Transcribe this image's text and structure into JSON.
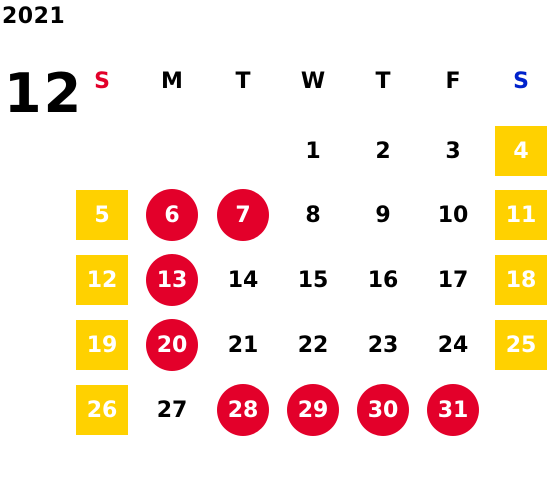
{
  "calendar": {
    "year": "2021",
    "month": "12",
    "weekdays": [
      {
        "label": "S",
        "color": "#E3002A"
      },
      {
        "label": "M",
        "color": "#000000"
      },
      {
        "label": "T",
        "color": "#000000"
      },
      {
        "label": "W",
        "color": "#000000"
      },
      {
        "label": "T",
        "color": "#000000"
      },
      {
        "label": "F",
        "color": "#000000"
      },
      {
        "label": "S",
        "color": "#0022CC"
      }
    ],
    "weeks": [
      [
        null,
        null,
        null,
        {
          "day": "1",
          "style": "normal"
        },
        {
          "day": "2",
          "style": "normal"
        },
        {
          "day": "3",
          "style": "normal"
        },
        {
          "day": "4",
          "style": "weekend"
        }
      ],
      [
        {
          "day": "5",
          "style": "weekend"
        },
        {
          "day": "6",
          "style": "holiday"
        },
        {
          "day": "7",
          "style": "holiday"
        },
        {
          "day": "8",
          "style": "normal"
        },
        {
          "day": "9",
          "style": "normal"
        },
        {
          "day": "10",
          "style": "normal"
        },
        {
          "day": "11",
          "style": "weekend"
        }
      ],
      [
        {
          "day": "12",
          "style": "weekend"
        },
        {
          "day": "13",
          "style": "holiday"
        },
        {
          "day": "14",
          "style": "normal"
        },
        {
          "day": "15",
          "style": "normal"
        },
        {
          "day": "16",
          "style": "normal"
        },
        {
          "day": "17",
          "style": "normal"
        },
        {
          "day": "18",
          "style": "weekend"
        }
      ],
      [
        {
          "day": "19",
          "style": "weekend"
        },
        {
          "day": "20",
          "style": "holiday"
        },
        {
          "day": "21",
          "style": "normal"
        },
        {
          "day": "22",
          "style": "normal"
        },
        {
          "day": "23",
          "style": "normal"
        },
        {
          "day": "24",
          "style": "normal"
        },
        {
          "day": "25",
          "style": "weekend"
        }
      ],
      [
        {
          "day": "26",
          "style": "weekend"
        },
        {
          "day": "27",
          "style": "normal"
        },
        {
          "day": "28",
          "style": "holiday"
        },
        {
          "day": "29",
          "style": "holiday"
        },
        {
          "day": "30",
          "style": "holiday"
        },
        {
          "day": "31",
          "style": "holiday"
        },
        null
      ]
    ],
    "colors": {
      "weekend_fill": "#FFD100",
      "holiday_fill": "#E3002A",
      "text": "#000000",
      "inverse_text": "#FFFFFF"
    }
  }
}
